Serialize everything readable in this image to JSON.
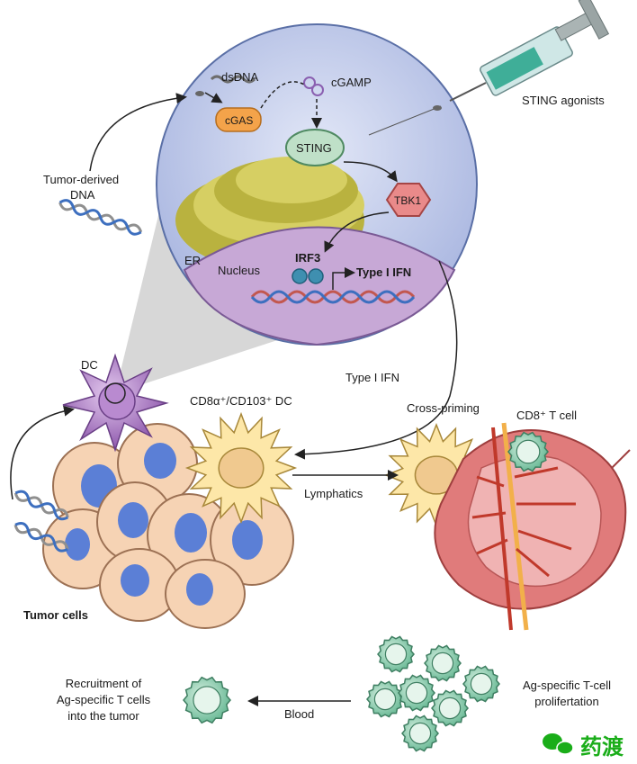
{
  "labels": {
    "dsdna": "dsDNA",
    "cgamp": "cGAMP",
    "cgas": "cGAS",
    "sting": "STING",
    "tbk1": "TBK1",
    "er": "ER",
    "nucleus": "Nucleus",
    "irf3": "IRF3",
    "type1ifn_nucleus": "Type I IFN",
    "sting_agonists": "STING agonists",
    "tumor_dna_line1": "Tumor-derived",
    "tumor_dna_line2": "DNA",
    "dc": "DC",
    "cd8_dc": "CD8α⁺/CD103⁺ DC",
    "type1ifn_arrow": "Type I IFN",
    "cross_priming": "Cross-priming",
    "cd8_tcell": "CD8⁺ T cell",
    "lymphatics": "Lymphatics",
    "tumor_cells": "Tumor cells",
    "recruit_line1": "Recruitment of",
    "recruit_line2": "Ag-specific T cells",
    "recruit_line3": "into the tumor",
    "blood": "Blood",
    "prolif_line1": "Ag-specific T-cell",
    "prolif_line2": "prolifertation",
    "watermark": "药渡"
  },
  "colors": {
    "inset_fill": "#c9d2ee",
    "inset_stroke": "#5a6fa6",
    "nucleus_fill": "#c7a8d6",
    "cgas_fill": "#f4a34a",
    "sting_fill": "#bfe0c8",
    "tbk1_fill": "#e98a8a",
    "irf3_fill": "#3f8fb0",
    "er_fill": "#c5bf4e",
    "dc_fill": "#a978c2",
    "tumor_fill": "#f6d3b4",
    "tumor_nucleus": "#5b7fd6",
    "star_dc_fill": "#fde7a8",
    "tcell_fill": "#9fd5bb",
    "lymph_fill": "#e07b7b",
    "watermark": "#1aad19"
  }
}
